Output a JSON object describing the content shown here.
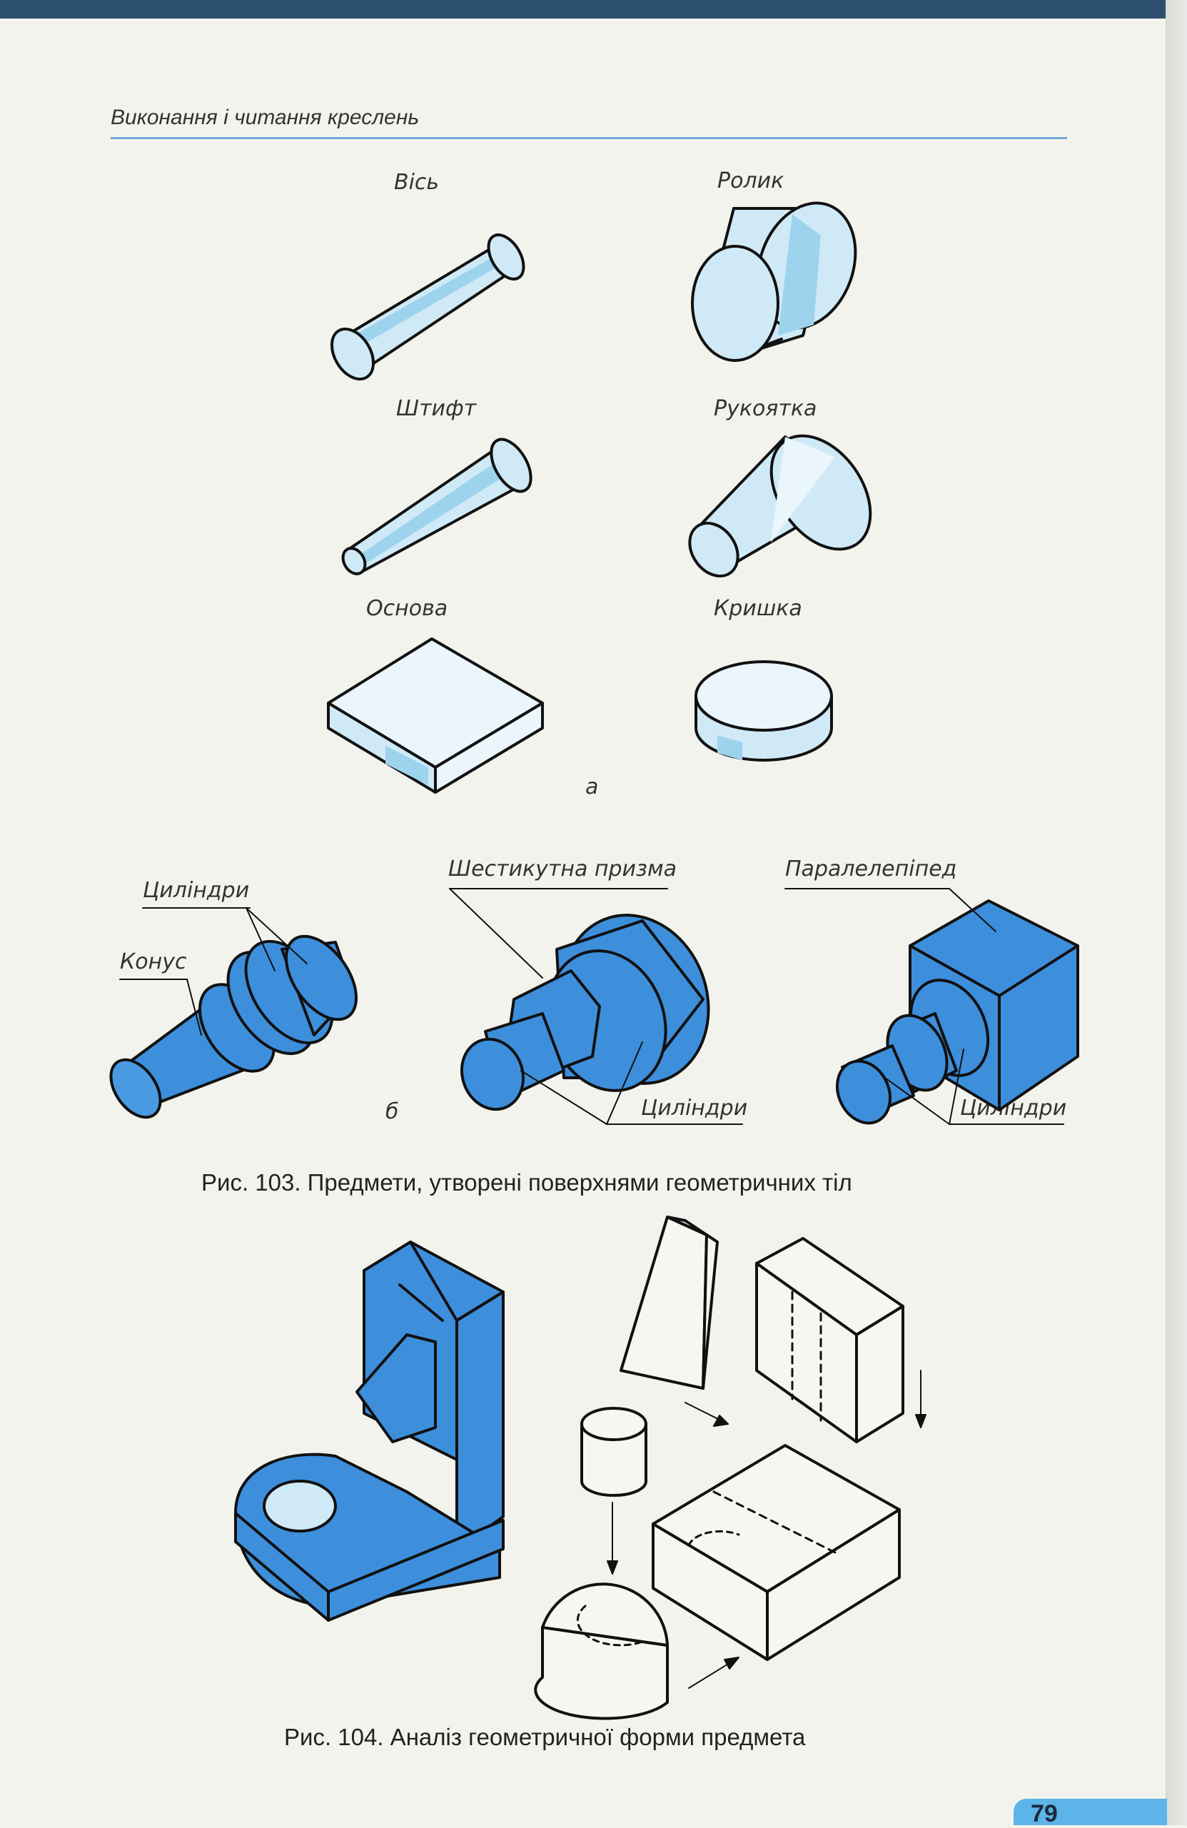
{
  "header": {
    "title": "Виконання і читання креслень"
  },
  "fig103": {
    "part_a": {
      "axle": "Вісь",
      "roller": "Ролик",
      "pin": "Штифт",
      "handle": "Рукоятка",
      "base": "Основа",
      "lid": "Кришка",
      "letter": "а"
    },
    "part_b": {
      "cylinders_1": "Циліндри",
      "cone": "Конус",
      "hex_prism": "Шестикутна призма",
      "cylinders_2": "Циліндри",
      "parallelepiped": "Паралелепіпед",
      "cylinders_3": "Циліндри",
      "letter": "б"
    },
    "caption": "Рис. 103. Предмети, утворені поверхнями геометричних тіл"
  },
  "fig104": {
    "caption": "Рис. 104. Аналіз геометричної форми предмета"
  },
  "page_number": "79",
  "colors": {
    "blue_fill": "#3d8fdc",
    "light_fill": "#cfeaf6",
    "accent_rule": "#6fa8d6",
    "page_tab": "#5cb4e8"
  }
}
